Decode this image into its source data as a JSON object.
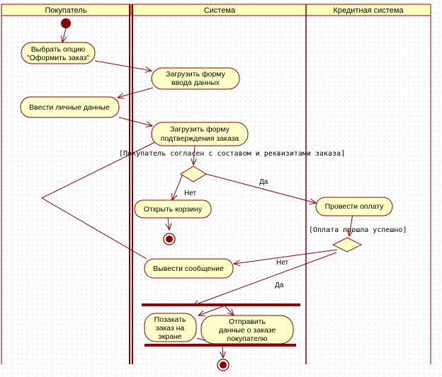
{
  "colors": {
    "lane_header_fill": "#ffffc0",
    "node_fill": "#ffffc8",
    "node_stroke": "#8b0000",
    "line": "#8b0000",
    "grid_dot": "#c8c8d8"
  },
  "lanes": [
    "Покупатель",
    "Система",
    "Кредитная система"
  ],
  "nodes": {
    "choose_order": [
      "Выбрать опцию",
      "\"Оформить заказ\""
    ],
    "load_form": [
      "Загрузить форму",
      "ввода данных"
    ],
    "enter_data": [
      "Ввести личные данные"
    ],
    "load_confirm": [
      "Загрузить форму",
      "подтверждения заказа"
    ],
    "open_cart": [
      "Открыть корзину"
    ],
    "pay": [
      "Провести оплату"
    ],
    "show_message": [
      "Вывести сообщение"
    ],
    "show_order": [
      "Позакать",
      "заказ на",
      "экране"
    ],
    "send_data": [
      "Отправить",
      "данные о заказе",
      "покупателю"
    ]
  },
  "guards": {
    "agree": "[Покупатель согласен с составом и реквизитами заказа]",
    "payment_ok": "[Оплата прошла успешно]"
  },
  "edge_labels": {
    "no1": "Нет",
    "yes1": "Да",
    "no2": "Нет",
    "yes2": "Да"
  }
}
